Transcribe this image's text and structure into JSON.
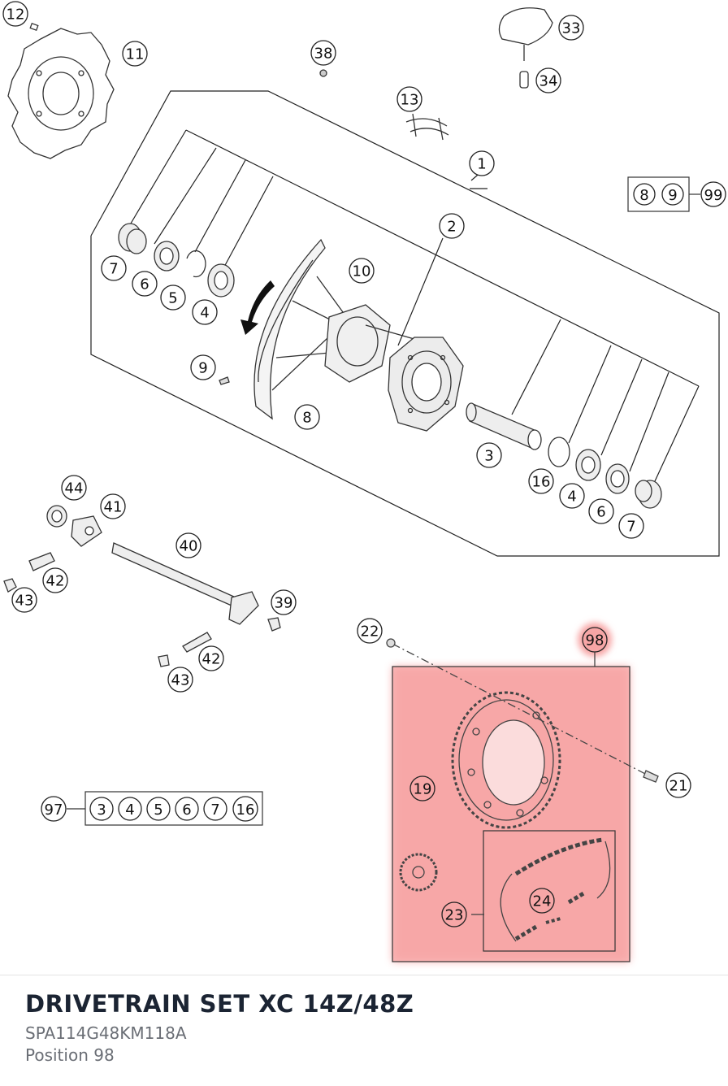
{
  "part": {
    "title": "DRIVETRAIN SET XC 14Z/48Z",
    "code": "SPA114G48KM118A",
    "position": "Position 98"
  },
  "highlight_color": "#f7a5a5",
  "callouts": {
    "c1": "1",
    "c2": "2",
    "c3a": "3",
    "c4a": "4",
    "c4b": "4",
    "c5": "5",
    "c6a": "6",
    "c6b": "6",
    "c7a": "7",
    "c7b": "7",
    "c8": "8",
    "c9": "9",
    "c10": "10",
    "c11": "11",
    "c12": "12",
    "c13": "13",
    "c16": "16",
    "c19": "19",
    "c21": "21",
    "c22": "22",
    "c23": "23",
    "c24": "24",
    "c33": "33",
    "c34": "34",
    "c38": "38",
    "c39": "39",
    "c40": "40",
    "c41": "41",
    "c42a": "42",
    "c42b": "42",
    "c43a": "43",
    "c43b": "43",
    "c44": "44",
    "c98": "98"
  },
  "kit_99": {
    "label": "99",
    "items": [
      "8",
      "9"
    ]
  },
  "kit_97": {
    "label": "97",
    "items": [
      "3",
      "4",
      "5",
      "6",
      "7",
      "16"
    ]
  }
}
